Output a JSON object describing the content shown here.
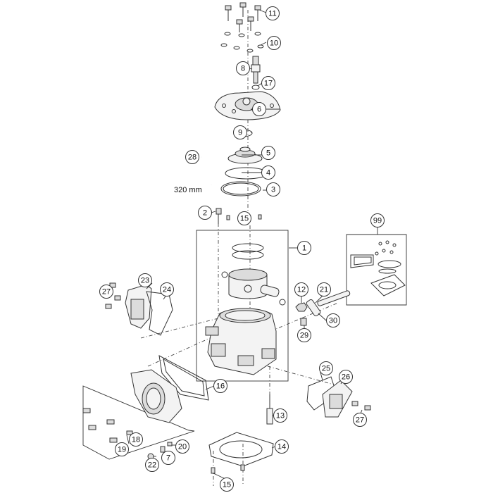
{
  "diagram": {
    "callouts": [
      {
        "id": "c11",
        "label": "11"
      },
      {
        "id": "c10",
        "label": "10"
      },
      {
        "id": "c8",
        "label": "8"
      },
      {
        "id": "c17",
        "label": "17"
      },
      {
        "id": "c6",
        "label": "6"
      },
      {
        "id": "c9",
        "label": "9"
      },
      {
        "id": "c5",
        "label": "5"
      },
      {
        "id": "c28",
        "label": "28"
      },
      {
        "id": "c4",
        "label": "4"
      },
      {
        "id": "c3",
        "label": "3"
      },
      {
        "id": "c2",
        "label": "2"
      },
      {
        "id": "c15a",
        "label": "15"
      },
      {
        "id": "c99",
        "label": "99"
      },
      {
        "id": "c1",
        "label": "1"
      },
      {
        "id": "c23",
        "label": "23"
      },
      {
        "id": "c27a",
        "label": "27"
      },
      {
        "id": "c24",
        "label": "24"
      },
      {
        "id": "c12",
        "label": "12"
      },
      {
        "id": "c21",
        "label": "21"
      },
      {
        "id": "c30",
        "label": "30"
      },
      {
        "id": "c29",
        "label": "29"
      },
      {
        "id": "c25",
        "label": "25"
      },
      {
        "id": "c26",
        "label": "26"
      },
      {
        "id": "c16",
        "label": "16"
      },
      {
        "id": "c27b",
        "label": "27"
      },
      {
        "id": "c13",
        "label": "13"
      },
      {
        "id": "c19",
        "label": "19"
      },
      {
        "id": "c18",
        "label": "18"
      },
      {
        "id": "c20",
        "label": "20"
      },
      {
        "id": "c22",
        "label": "22"
      },
      {
        "id": "c7",
        "label": "7"
      },
      {
        "id": "c14",
        "label": "14"
      },
      {
        "id": "c15b",
        "label": "15"
      }
    ],
    "hose_length_note": "320 mm"
  }
}
